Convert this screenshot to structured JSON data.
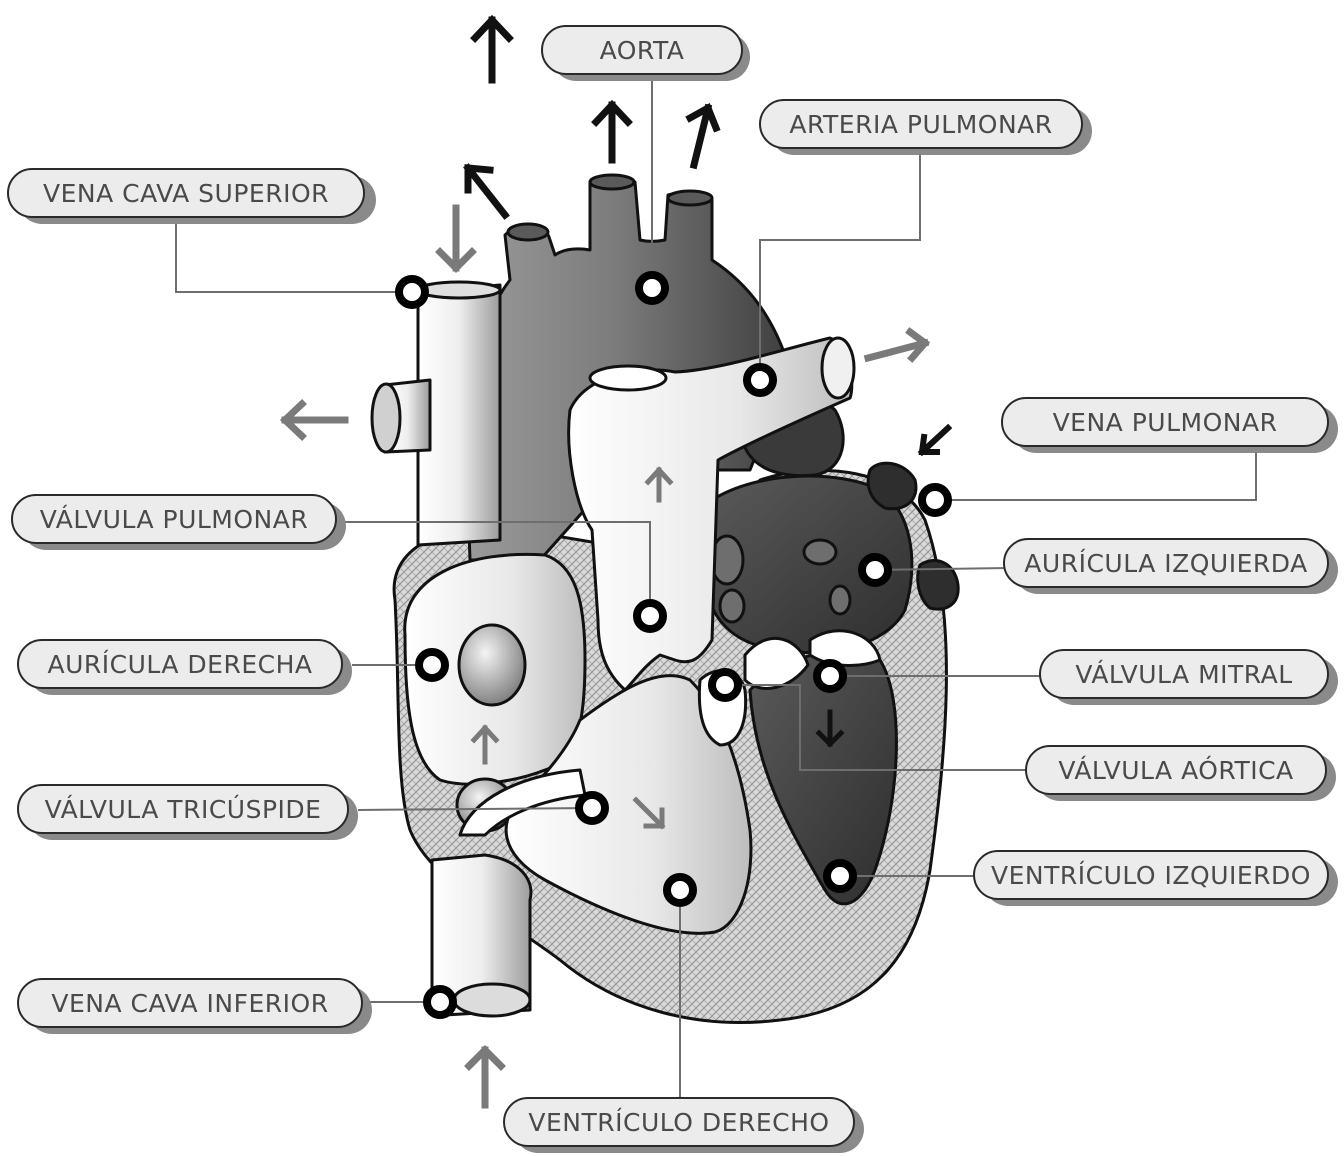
{
  "labels": {
    "aorta": "AORTA",
    "arteria_pulmonar": "ARTERIA PULMONAR",
    "vena_cava_superior": "VENA CAVA SUPERIOR",
    "vena_pulmonar": "VENA PULMONAR",
    "valvula_pulmonar": "VÁLVULA PULMONAR",
    "auricula_izquierda": "AURÍCULA IZQUIERDA",
    "auricula_derecha": "AURÍCULA DERECHA",
    "valvula_mitral": "VÁLVULA MITRAL",
    "valvula_aortica": "VÁLVULA AÓRTICA",
    "valvula_tricuspide": "VÁLVULA TRICÚSPIDE",
    "ventriculo_izquierdo": "VENTRÍCULO IZQUIERDO",
    "vena_cava_inferior": "VENA CAVA INFERIOR",
    "ventriculo_derecho": "VENTRÍCULO DERECHO"
  },
  "colors": {
    "pill_fill": "#ececec",
    "label_text": "#4a4a4a",
    "flow_arrow_dark": "#111111",
    "flow_arrow_light": "#7a7a7a"
  }
}
